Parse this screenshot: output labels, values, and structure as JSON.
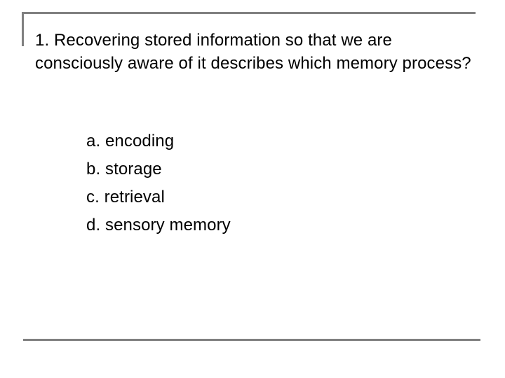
{
  "slide": {
    "background_color": "#ffffff",
    "rule_color": "#808080",
    "text_color": "#000000",
    "question": {
      "number": "1.",
      "text": "1. Recovering stored information so that we are consciously aware of it describes which memory process?"
    },
    "options": [
      {
        "letter": "a.",
        "label": "a. encoding"
      },
      {
        "letter": "b.",
        "label": "b. storage"
      },
      {
        "letter": "c.",
        "label": "c. retrieval"
      },
      {
        "letter": "d.",
        "label": "d. sensory memory"
      }
    ]
  }
}
